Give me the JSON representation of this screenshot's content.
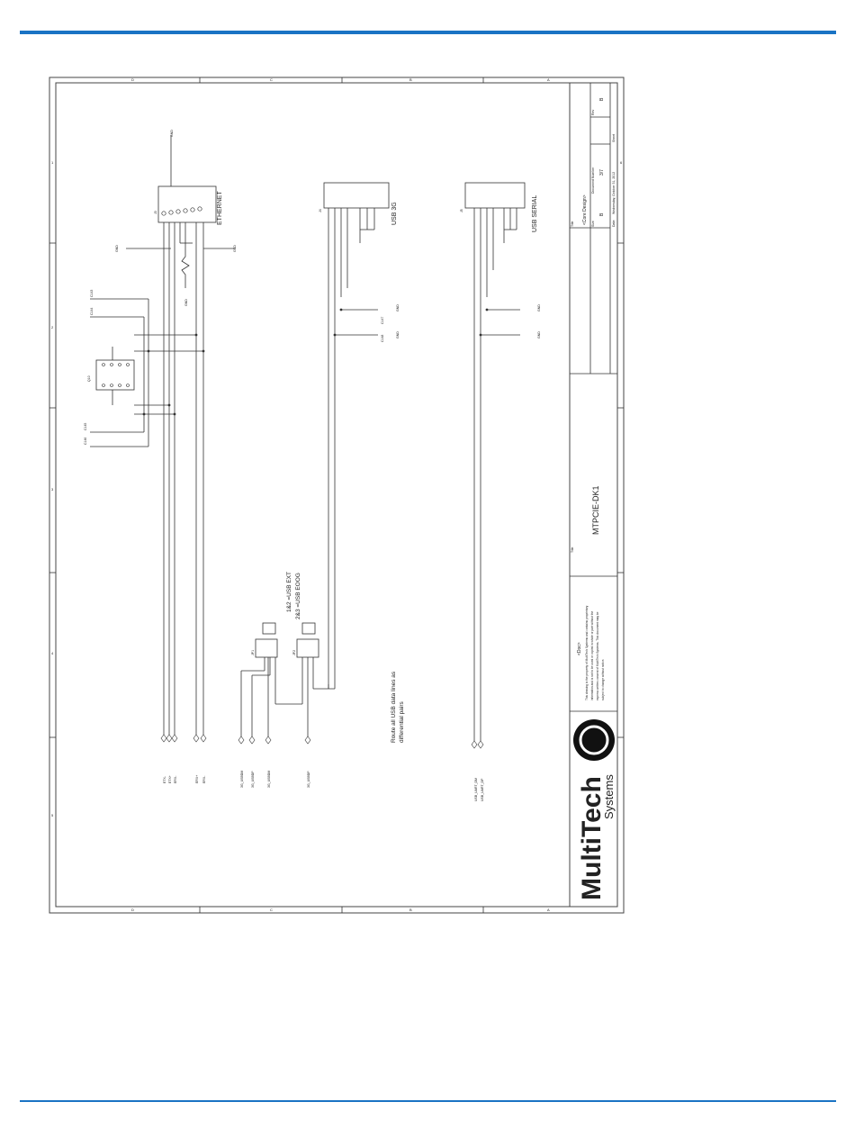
{
  "schematic": {
    "title": "MTPCIE-DK1",
    "design_name": "<Core Design>",
    "size": "B",
    "document_number": "3/7",
    "revision": "B",
    "sheet_labels": {
      "title_caption": "Title",
      "size_caption": "Size",
      "docnum_caption": "Document Number",
      "rev_caption": "Rev",
      "date_caption": "Date:",
      "date_value": "Wednesday, October 31, 2012",
      "sheet_caption": "Sheet"
    },
    "company": {
      "logo_text": "MultiTech",
      "logo_sub": "Systems",
      "notice_title": "<Doc>",
      "notice_lines": [
        "This drawing is the property of MultiTech Systems and contains proprietary",
        "information and is not to be used or copied in whole or part without the",
        "express written consent of MultiTech Systems. This document may be",
        "subject to change without notice."
      ]
    },
    "blocks": {
      "ethernet": "ETHERNET",
      "usb_3g": "USB 3G",
      "usb_serial": "USB SERIAL",
      "usb_note_1": "1&2 =USB EXT",
      "usb_note_2": "2&3 =USB EOOG",
      "route_note_1": "Route all USB data lines as",
      "route_note_2": "differential pairs"
    },
    "nets": {
      "eth_left": [
        "ETX-",
        "ETX+",
        "ERX-"
      ],
      "eth_right": [
        "ERX+",
        "ERX-"
      ],
      "usb_ext": [
        "3G_USBDM",
        "3G_USBDP",
        "3G_USBDM"
      ],
      "usb_eoog": "3G_USBDP",
      "usb_serial": [
        "USB_UART_DM",
        "USB_UART_DP"
      ]
    },
    "components": {
      "eth_connector": "J3",
      "eth_ic": "Q10",
      "usb3g_conn": "J4",
      "usbserial_conn": "J5",
      "jumper1": "JP1",
      "jumper2": "JP2",
      "gnd": "GND",
      "c1": "C143",
      "c2": "C144",
      "c3": "C145",
      "c4": "C146",
      "c5": "C147",
      "c6": "C148"
    },
    "border_marks": [
      "1",
      "2",
      "3",
      "4",
      "5",
      "6"
    ],
    "border_letters": [
      "A",
      "B",
      "C",
      "D"
    ]
  }
}
